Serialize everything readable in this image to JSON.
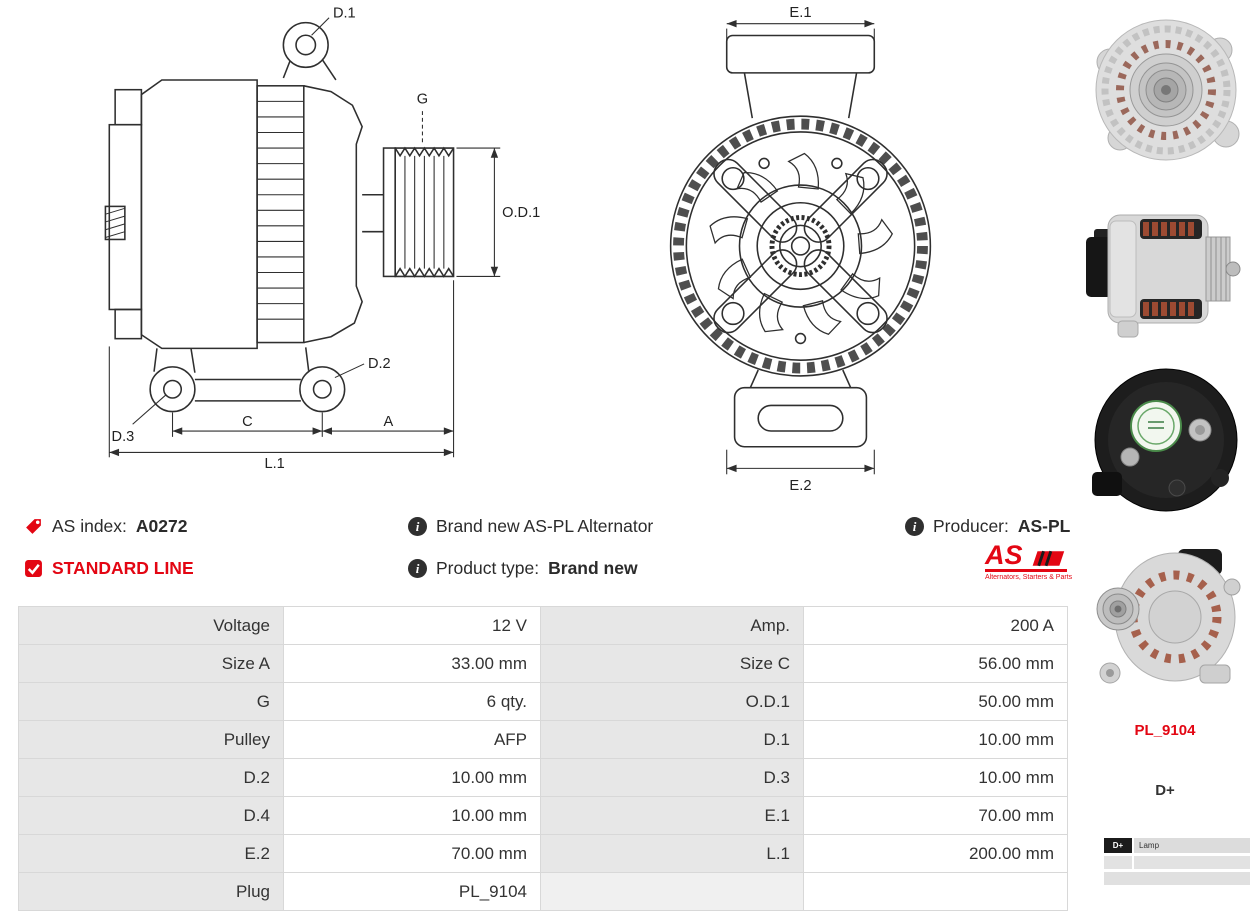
{
  "info": {
    "as_index_label": "AS index:",
    "as_index_value": "A0272",
    "standard_line_label": "STANDARD LINE",
    "brand_new_text": "Brand new AS-PL Alternator",
    "product_type_label": "Product type:",
    "product_type_value": "Brand new",
    "producer_label": "Producer:",
    "producer_value": "AS-PL"
  },
  "icons": {
    "info_glyph": "i"
  },
  "logo": {
    "name": "AS",
    "tagline": "Alternators, Starters & Parts"
  },
  "drawing": {
    "side_labels": {
      "d1": "D.1",
      "g": "G",
      "od1": "O.D.1",
      "d2": "D.2",
      "d3": "D.3",
      "c": "C",
      "a": "A",
      "l1": "L.1"
    },
    "front_labels": {
      "e1": "E.1",
      "e2": "E.2"
    }
  },
  "sidebar": {
    "plug_code": "PL_9104",
    "terminal": "D+",
    "legend_key": "D+",
    "legend_value": "Lamp"
  },
  "spec_table": {
    "rows": [
      {
        "label1": "Voltage",
        "value1": "12 V",
        "label2": "Amp.",
        "value2": "200 A"
      },
      {
        "label1": "Size A",
        "value1": "33.00 mm",
        "label2": "Size C",
        "value2": "56.00 mm"
      },
      {
        "label1": "G",
        "value1": "6 qty.",
        "label2": "O.D.1",
        "value2": "50.00 mm"
      },
      {
        "label1": "Pulley",
        "value1": "AFP",
        "label2": "D.1",
        "value2": "10.00 mm"
      },
      {
        "label1": "D.2",
        "value1": "10.00 mm",
        "label2": "D.3",
        "value2": "10.00 mm"
      },
      {
        "label1": "D.4",
        "value1": "10.00 mm",
        "label2": "E.1",
        "value2": "70.00 mm"
      },
      {
        "label1": "E.2",
        "value1": "70.00 mm",
        "label2": "L.1",
        "value2": "200.00 mm"
      },
      {
        "label1": "Plug",
        "value1": "PL_9104",
        "label2": "",
        "value2": ""
      }
    ]
  }
}
